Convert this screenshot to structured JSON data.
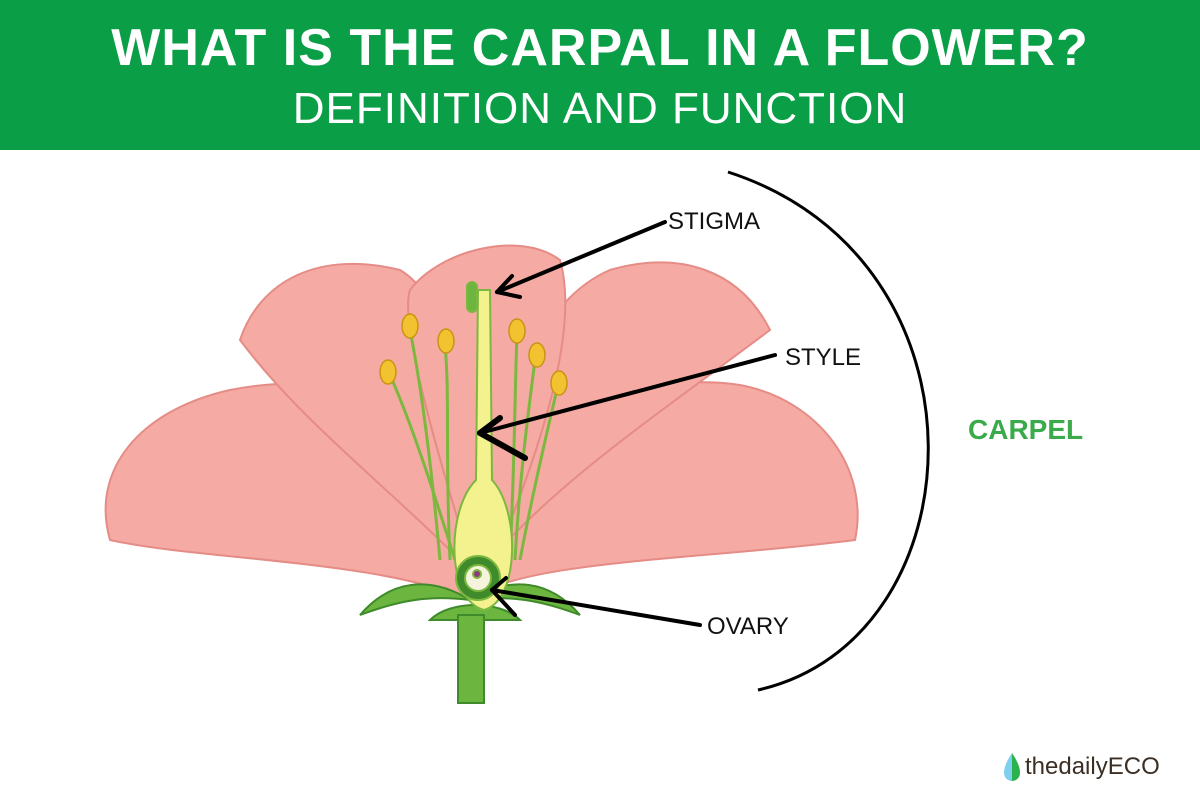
{
  "header": {
    "title": "WHAT IS THE CARPAL IN A FLOWER?",
    "subtitle": "DEFINITION AND FUNCTION"
  },
  "labels": {
    "stigma": "STIGMA",
    "style": "STYLE",
    "ovary": "OVARY",
    "carpel": "CARPEL"
  },
  "logo": {
    "text": "thedailyECO",
    "icon": "leaf-drop-icon"
  },
  "colors": {
    "header": "#0a9e47",
    "carpel": "#3aaa4a",
    "petal": "#f4a7a0"
  }
}
